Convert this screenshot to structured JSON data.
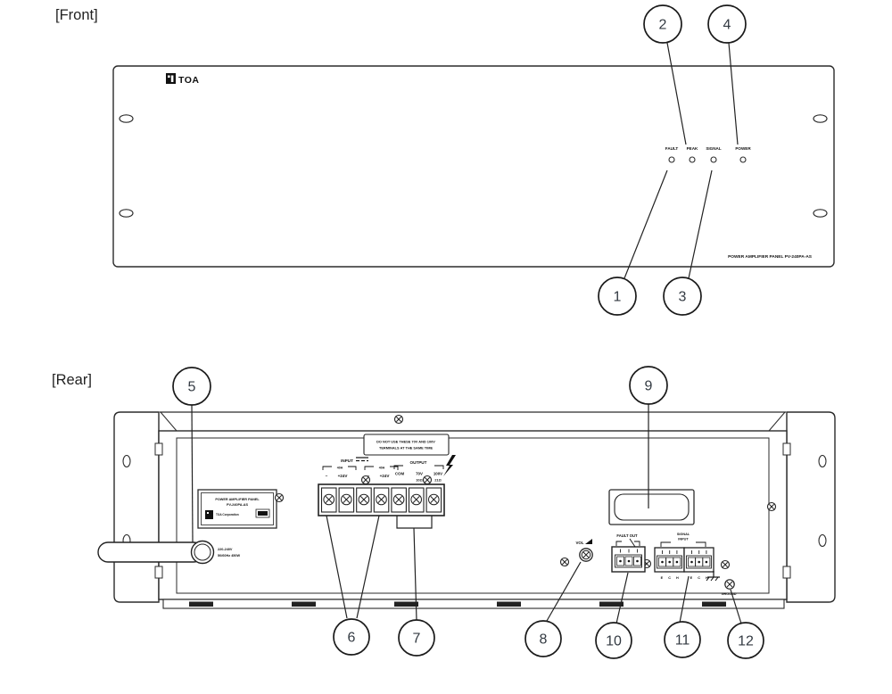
{
  "labels": {
    "front_section": "[Front]",
    "rear_section": "[Rear]"
  },
  "front": {
    "brand": "TOA",
    "indicators": [
      "FAULT",
      "PEAK",
      "SIGNAL",
      "POWER"
    ],
    "model_text": "POWER AMPLIFIER PANEL PV-240PA-AS"
  },
  "rear": {
    "warning_line1": "DO NOT USE THESE 70V AND 100V",
    "warning_line2": "TERMINALS AT THE SAME TIME",
    "input": {
      "label": "INPUT",
      "rating": "40A",
      "terminals": [
        "−",
        "+24V",
        "−",
        "+24V"
      ]
    },
    "output": {
      "label": "OUTPUT",
      "terminals": [
        "COM",
        "70V",
        "100V"
      ],
      "impedances": [
        "10Ω",
        "21Ω"
      ]
    },
    "plate": {
      "line1": "POWER AMPLIFIER PANEL",
      "line2": "PV-240PA-AS",
      "brand": "TOA Corporation"
    },
    "power": {
      "line1": "220-240V",
      "line2": "50/60Hz 450W"
    },
    "vol_label": "VOL",
    "fault_out_label": "FAULT OUT",
    "signal_label_line1": "SIGNAL",
    "signal_label_line2": "INPUT",
    "pin_letters": "E C H",
    "ground_label": "GROUND"
  },
  "callouts": [
    "1",
    "2",
    "3",
    "4",
    "5",
    "6",
    "7",
    "8",
    "9",
    "10",
    "11",
    "12"
  ],
  "colors": {
    "line": "#2b2b2b",
    "text": "#111111",
    "callout_text": "#333a42"
  }
}
